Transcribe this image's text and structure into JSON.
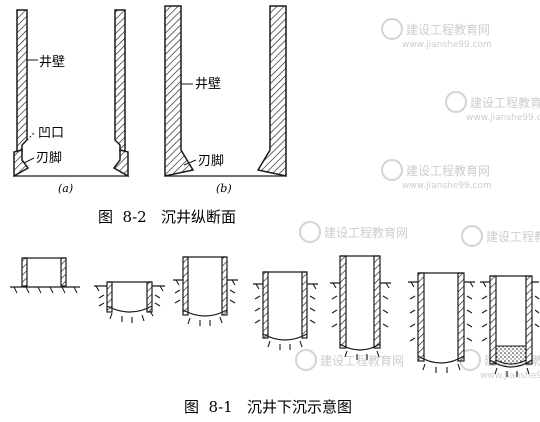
{
  "fig82": {
    "caption": "图  8-2   沉井纵断面",
    "a": {
      "label_wall": "井壁",
      "label_recess": "凹口",
      "label_foot": "刃脚",
      "sublabel": "(a)"
    },
    "b": {
      "label_wall": "井壁",
      "label_foot": "刃脚",
      "sublabel": "(b)"
    }
  },
  "fig81": {
    "caption": "图  8-1   沉井下沉示意图",
    "stages": 7
  },
  "watermark": {
    "text_cn": "建设工程教育网",
    "text_url": "www.jianshe99.com"
  },
  "colors": {
    "ink": "#1a1a1a",
    "watermark": "#c8c8c8",
    "background": "#ffffff"
  }
}
